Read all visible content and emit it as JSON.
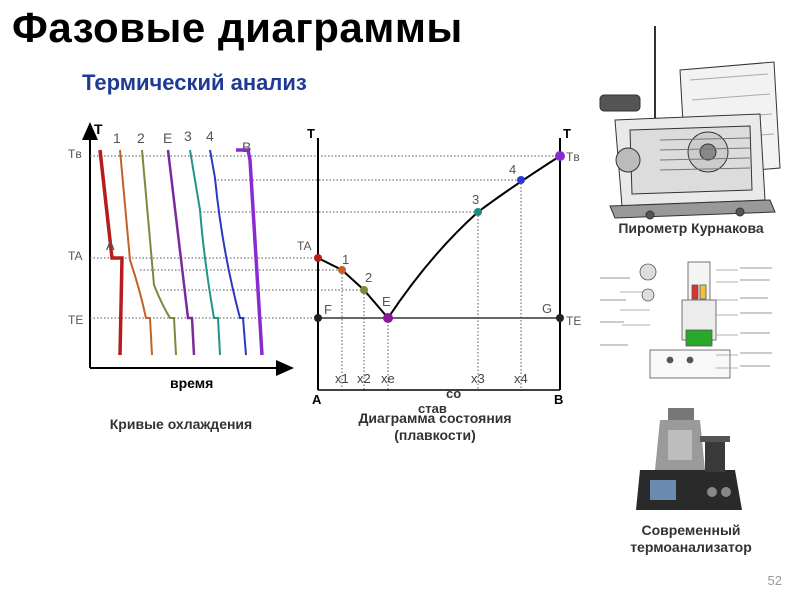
{
  "title": "Фазовые диаграммы",
  "subtitle": "Термический анализ",
  "page_number": "52",
  "cooling": {
    "caption": "Кривые охлаждения",
    "axis_t": "T",
    "axis_time": "время",
    "tb": "Tв",
    "ta": "TA",
    "te": "TE",
    "curve_labels": [
      "1",
      "2",
      "E",
      "3",
      "4",
      "B"
    ],
    "point_a": "A",
    "colors": [
      "#b81c1c",
      "#c2622a",
      "#7a8a3a",
      "#7a2a9a",
      "#22938a",
      "#2a3ac0",
      "#8a2ad0"
    ]
  },
  "phase": {
    "caption_line1": "Диаграмма состояния",
    "caption_line2": "(плавкости)",
    "axis_t_left": "T",
    "axis_t_right": "T",
    "tb": "Tв",
    "ta": "TA",
    "te": "TE",
    "point_labels": [
      "1",
      "2",
      "E",
      "3",
      "4"
    ],
    "f": "F",
    "g": "G",
    "x_labels": [
      "x1",
      "x2",
      "xe",
      "x3",
      "x4"
    ],
    "a": "A",
    "b": "B",
    "composition_1": "со",
    "composition_2": "став"
  },
  "images": {
    "pyrometer_caption": "Пирометр Курнакова",
    "modern_caption_1": "Современный",
    "modern_caption_2": "термоанализатор"
  }
}
